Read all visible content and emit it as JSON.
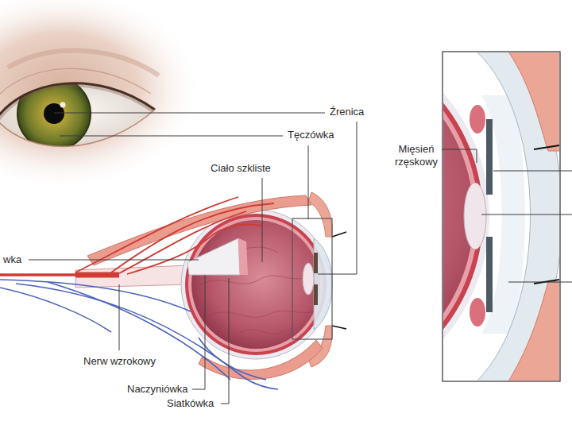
{
  "diagram": {
    "labels": [
      "Źrenica",
      "Tęczówka",
      "Ciało szkliste",
      "wka",
      "Mięsień rzęskowy",
      "Nerw wzrokowy",
      "Naczyniówka",
      "Siatkówka"
    ]
  }
}
